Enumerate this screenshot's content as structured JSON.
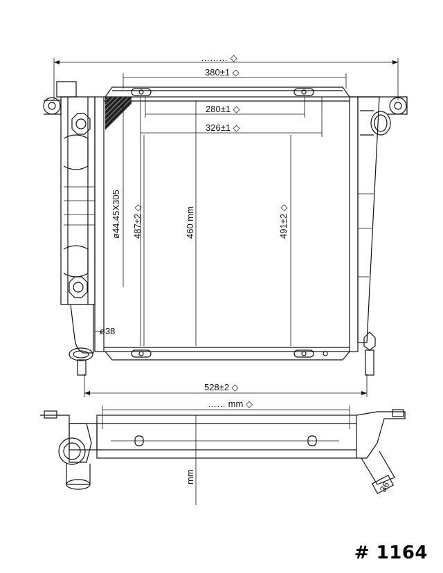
{
  "part_number": "# 1164",
  "dimensions": {
    "overall_width": "……… ◇",
    "top_span": "380±1 ◇",
    "inner_span_a": "280±1 ◇",
    "inner_span_b": "326±1 ◇",
    "tank_tube": "ø44.45X305",
    "left_height": "487±2 ◇",
    "core_height": "460 mm",
    "right_height": "491±2 ◇",
    "outlet_diameter": "ø38",
    "bottom_width": "528±2 ◇",
    "side_width": "…… mm ◇",
    "side_depth": "mm",
    "inlet_diameter": "36"
  }
}
